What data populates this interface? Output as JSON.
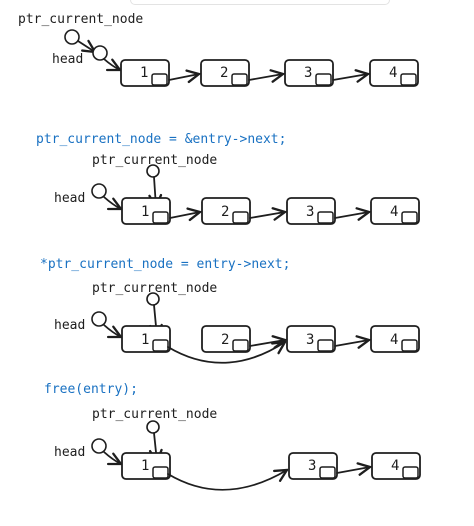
{
  "panels": [
    {
      "code": "",
      "pointer_label": "ptr_current_node",
      "head_label": "head",
      "nodes": [
        "1",
        "2",
        "3",
        "4"
      ]
    },
    {
      "code": "ptr_current_node = &entry->next;",
      "pointer_label": "ptr_current_node",
      "head_label": "head",
      "nodes": [
        "1",
        "2",
        "3",
        "4"
      ]
    },
    {
      "code": "*ptr_current_node = entry->next;",
      "pointer_label": "ptr_current_node",
      "head_label": "head",
      "nodes": [
        "1",
        "2",
        "3",
        "4"
      ]
    },
    {
      "code": "free(entry);",
      "pointer_label": "ptr_current_node",
      "head_label": "head",
      "nodes": [
        "1",
        "3",
        "4"
      ]
    }
  ]
}
